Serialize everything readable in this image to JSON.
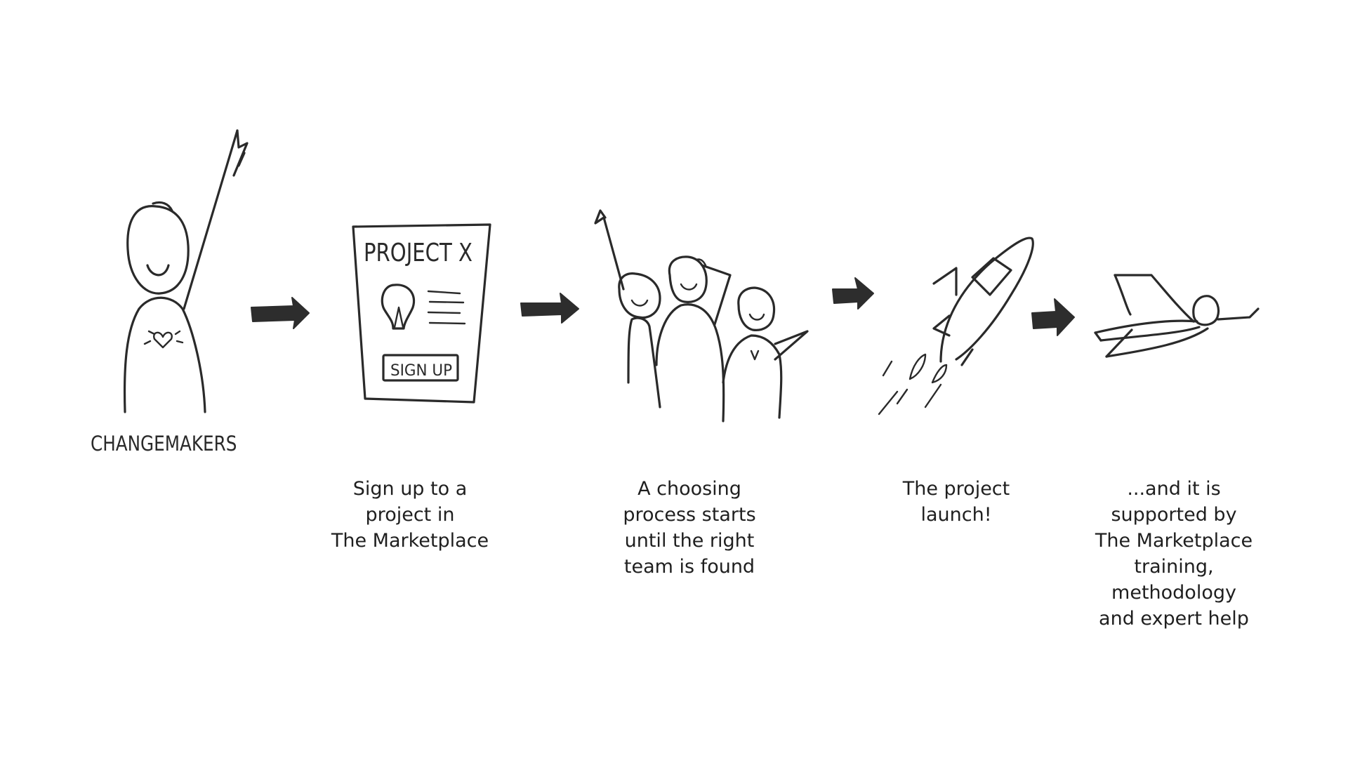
{
  "steps": [
    {
      "label": "CHANGEMAKERS",
      "caption": ""
    },
    {
      "doc_title": "PROJECT X",
      "doc_button": "SIGN UP",
      "caption": "Sign up to a\nproject in\nThe Marketplace"
    },
    {
      "caption": "A choosing\nprocess starts\nuntil the right\nteam is found"
    },
    {
      "caption": "The project\nlaunch!"
    },
    {
      "caption": "...and it is\nsupported by\nThe Marketplace\ntraining,\nmethodology\nand expert help"
    }
  ],
  "colors": {
    "ink": "#2a2a2a",
    "background": "#ffffff"
  },
  "icons": [
    "changemaker-figure",
    "project-document",
    "team-figures",
    "rocket",
    "flying-hero",
    "arrow-right"
  ]
}
